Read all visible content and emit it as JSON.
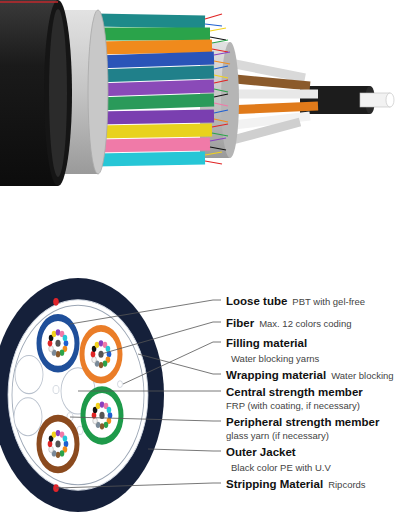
{
  "diagram": {
    "labels": [
      "Loose tube",
      "PBT with gel-free",
      "Fiber",
      "Max. 12 colors coding",
      "Filling material",
      "Water blocking yarns",
      "Wrapping material",
      "Water blocking",
      "Central strength member",
      "FRP (with coating, if necessary)",
      "Peripheral strength member",
      "glass yarn (if necessary)",
      "Outer Jacket",
      "Black color PE with U.V",
      "Stripping Material",
      "Ripcords"
    ]
  }
}
